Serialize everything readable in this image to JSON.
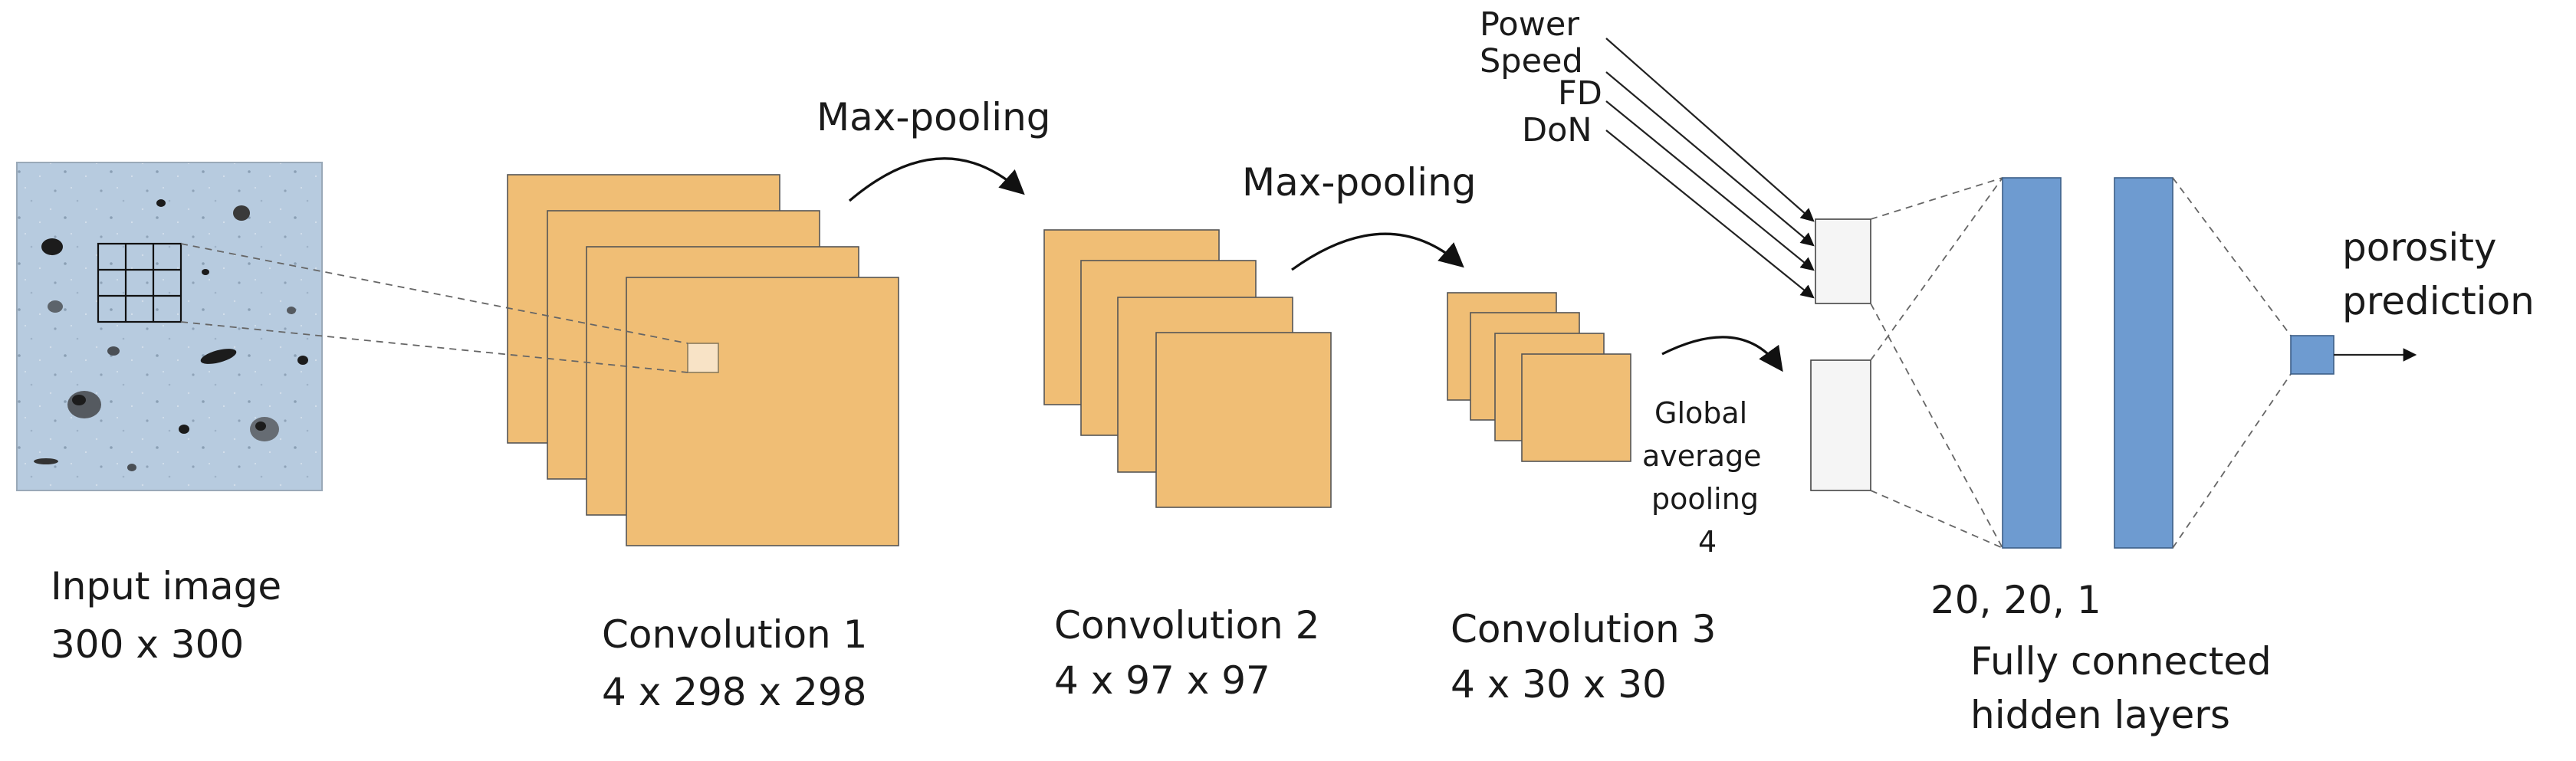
{
  "input": {
    "label": "Input image",
    "size": "300 x 300"
  },
  "conv1": {
    "label": "Convolution 1",
    "size": "4 x 298 x 298"
  },
  "conv2": {
    "label": "Convolution 2",
    "size": "4 x 97 x 97"
  },
  "conv3": {
    "label": "Convolution 3",
    "size": "4 x 30 x 30"
  },
  "pool1": {
    "label": "Max-pooling"
  },
  "pool2": {
    "label": "Max-pooling"
  },
  "gap": {
    "line1": "Global",
    "line2": "average",
    "line3": "pooling",
    "line4": "4"
  },
  "inputs": {
    "power": "Power",
    "speed": "Speed",
    "fd": "FD",
    "don": "DoN"
  },
  "fc": {
    "sizes": "20, 20, 1",
    "line1": "Fully connected",
    "line2": "hidden layers"
  },
  "output": {
    "line1": "porosity",
    "line2": "prediction"
  },
  "colors": {
    "feature_map": "#F0BE75",
    "dense_layer": "#6E9BD0",
    "input_image": "#B7CBDF"
  }
}
